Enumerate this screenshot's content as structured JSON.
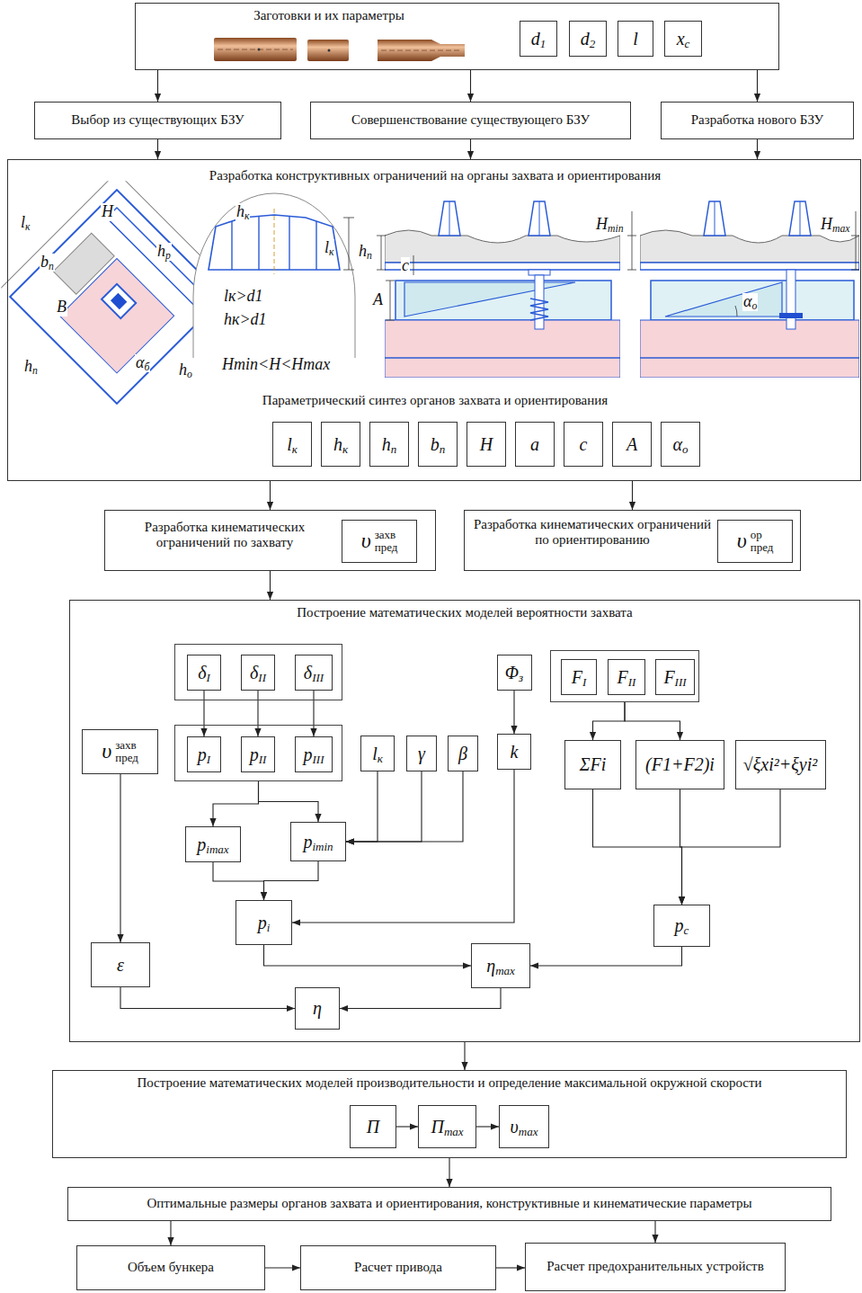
{
  "diagram": {
    "nodes": [
      {
        "text": [
          "Заготовки и их параметры"
        ]
      },
      {
        "text": [
          "d1"
        ],
        "in": 0
      },
      {
        "text": [
          "d2"
        ],
        "in": 0
      },
      {
        "text": [
          "l"
        ],
        "in": 0
      },
      {
        "text": [
          "xc"
        ],
        "in": 0
      },
      {
        "text": [
          "Выбор из существующих БЗУ"
        ]
      },
      {
        "text": [
          "Совершенствование существующего БЗУ"
        ]
      },
      {
        "text": [
          "Разработка нового БЗУ"
        ]
      },
      {
        "text": [
          "Разработка конструктивных ограничений на органы захвата и ориентирования",
          "Параметрический синтез органов захвата и ориентирования"
        ]
      },
      {
        "text": [
          "lк"
        ],
        "in": 8
      },
      {
        "text": [
          "hк"
        ],
        "in": 8
      },
      {
        "text": [
          "hп"
        ],
        "in": 8
      },
      {
        "text": [
          "bп"
        ],
        "in": 8
      },
      {
        "text": [
          "H"
        ],
        "in": 8
      },
      {
        "text": [
          "a"
        ],
        "in": 8
      },
      {
        "text": [
          "c"
        ],
        "in": 8
      },
      {
        "text": [
          "A"
        ],
        "in": 8
      },
      {
        "text": [
          "αо"
        ],
        "in": 8
      },
      {
        "text": [
          "Разработка кинематических ограничений по захвату"
        ]
      },
      {
        "text": [
          "υ",
          "захв",
          "пред"
        ],
        "in": 18
      },
      {
        "text": [
          "Разработка кинематических ограничений по ориентированию"
        ]
      },
      {
        "text": [
          "υ",
          "ор",
          "пред"
        ],
        "in": 20
      },
      {
        "text": [
          "Построение математических моделей вероятности захвата"
        ]
      },
      {
        "text": [],
        "in": 22
      },
      {
        "text": [
          "δI"
        ],
        "in": 23
      },
      {
        "text": [
          "δII"
        ],
        "in": 23
      },
      {
        "text": [
          "δIII"
        ],
        "in": 23
      },
      {
        "text": [],
        "in": 22
      },
      {
        "text": [
          "pI"
        ],
        "in": 27
      },
      {
        "text": [
          "pII"
        ],
        "in": 27
      },
      {
        "text": [
          "pIII"
        ],
        "in": 27
      },
      {
        "text": [
          "υ",
          "захв",
          "пред"
        ],
        "in": 22
      },
      {
        "text": [
          "lк"
        ],
        "in": 22
      },
      {
        "text": [
          "γ"
        ],
        "in": 22
      },
      {
        "text": [
          "β"
        ],
        "in": 22
      },
      {
        "text": [
          "Φз"
        ],
        "in": 22
      },
      {
        "text": [
          "k"
        ],
        "in": 22
      },
      {
        "text": [],
        "in": 22
      },
      {
        "text": [
          "FI"
        ],
        "in": 37
      },
      {
        "text": [
          "FII"
        ],
        "in": 37
      },
      {
        "text": [
          "FIII"
        ],
        "in": 37
      },
      {
        "text": [
          "ΣFi"
        ],
        "in": 22
      },
      {
        "text": [
          "(F1+F2)i"
        ],
        "in": 22
      },
      {
        "text": [
          "√ξxi²+ξyi²"
        ],
        "in": 22
      },
      {
        "text": [
          "pimax"
        ],
        "in": 22
      },
      {
        "text": [
          "pimin"
        ],
        "in": 22
      },
      {
        "text": [
          "pi"
        ],
        "in": 22
      },
      {
        "text": [
          "pс"
        ],
        "in": 22
      },
      {
        "text": [
          "ε"
        ],
        "in": 22
      },
      {
        "text": [
          "ηmax"
        ],
        "in": 22
      },
      {
        "text": [
          "η"
        ],
        "in": 22
      },
      {
        "text": [
          "Построение математических моделей производительности и определение максимальной окружной скорости"
        ]
      },
      {
        "text": [
          "П"
        ],
        "in": 51
      },
      {
        "text": [
          "Пmax"
        ],
        "in": 51
      },
      {
        "text": [
          "υmax"
        ],
        "in": 51
      },
      {
        "text": [
          "Оптимальные размеры органов захвата и ориентирования, конструктивные и кинематические параметры"
        ]
      },
      {
        "text": [
          "Объем бункера"
        ]
      },
      {
        "text": [
          "Расчет привода"
        ]
      },
      {
        "text": [
          "Расчет предохранительных устройств"
        ]
      }
    ],
    "edges": [
      {
        "from": 0,
        "to": 5,
        "arrow": "to"
      },
      {
        "from": 0,
        "to": 6,
        "arrow": "to"
      },
      {
        "from": 0,
        "to": 7,
        "arrow": "to"
      },
      {
        "from": 5,
        "to": 8,
        "arrow": "to"
      },
      {
        "from": 6,
        "to": 8,
        "arrow": "to"
      },
      {
        "from": 7,
        "to": 8,
        "arrow": "to"
      },
      {
        "from": 8,
        "to": 18,
        "arrow": "to"
      },
      {
        "from": 8,
        "to": 20,
        "arrow": "to"
      },
      {
        "from": 18,
        "to": 22,
        "arrow": "to"
      },
      {
        "from": 24,
        "to": 28,
        "arrow": "to"
      },
      {
        "from": 25,
        "to": 29,
        "arrow": "to"
      },
      {
        "from": 26,
        "to": 30,
        "arrow": "to"
      },
      {
        "from": 27,
        "to": 44,
        "arrow": "to"
      },
      {
        "from": 27,
        "to": 45,
        "arrow": "to"
      },
      {
        "from": 32,
        "to": 45,
        "arrow": "to"
      },
      {
        "from": 33,
        "to": 45,
        "arrow": "to"
      },
      {
        "from": 34,
        "to": 45,
        "arrow": "to"
      },
      {
        "from": 35,
        "to": 36,
        "arrow": "to"
      },
      {
        "from": 44,
        "to": 46,
        "arrow": "to"
      },
      {
        "from": 45,
        "to": 46,
        "arrow": "to"
      },
      {
        "from": 36,
        "to": 46,
        "arrow": "to"
      },
      {
        "from": 37,
        "to": 41,
        "arrow": "to"
      },
      {
        "from": 37,
        "to": 42,
        "arrow": "to"
      },
      {
        "from": 41,
        "to": 47,
        "arrow": "to"
      },
      {
        "from": 42,
        "to": 47,
        "arrow": "to"
      },
      {
        "from": 43,
        "to": 47,
        "arrow": "to"
      },
      {
        "from": 31,
        "to": 48,
        "arrow": "to"
      },
      {
        "from": 46,
        "to": 49,
        "arrow": "to"
      },
      {
        "from": 47,
        "to": 49,
        "arrow": "to"
      },
      {
        "from": 48,
        "to": 50,
        "arrow": "to"
      },
      {
        "from": 49,
        "to": 50,
        "arrow": "to"
      },
      {
        "from": 22,
        "to": 51,
        "arrow": "to"
      },
      {
        "from": 52,
        "to": 53,
        "arrow": "to"
      },
      {
        "from": 53,
        "to": 54,
        "arrow": "to"
      },
      {
        "from": 51,
        "to": 55,
        "arrow": "to"
      },
      {
        "from": 55,
        "to": 56,
        "arrow": "to"
      },
      {
        "from": 55,
        "to": 58,
        "arrow": "to"
      },
      {
        "from": 56,
        "to": 57,
        "arrow": "to"
      },
      {
        "from": 57,
        "to": 58,
        "arrow": "to"
      }
    ],
    "labels": [
      "lк",
      "bп",
      "H",
      "hр",
      "B",
      "hп",
      "αб",
      "hо",
      "hк",
      "lк",
      "lк>d1",
      "hк>d1",
      "Hmin<H<Hmax",
      "hп",
      "c",
      "Hmin",
      "A",
      "Hmax",
      "αо"
    ]
  }
}
